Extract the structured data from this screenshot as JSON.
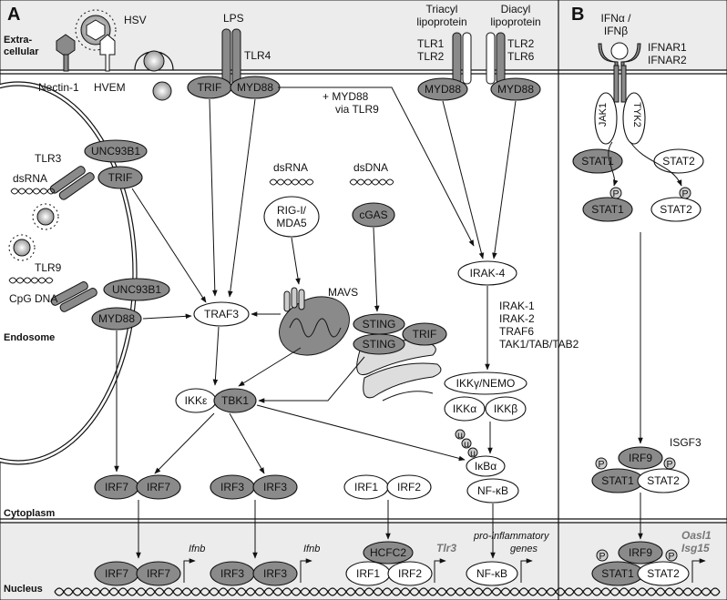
{
  "panels": {
    "a": "A",
    "b": "B"
  },
  "compartments": {
    "extracellular": [
      "Extra-",
      "cellular"
    ],
    "endosome": "Endosome",
    "cytoplasm": "Cytoplasm",
    "nucleus": "Nucleus"
  },
  "extracellular": {
    "hsv": "HSV",
    "nectin": "Nectin-1",
    "hvem": "HVEM",
    "lps": "LPS",
    "tlr4": "TLR4",
    "triacyl": [
      "Triacyl",
      "lipoprotein"
    ],
    "diacyl": [
      "Diacyl",
      "lipoprotein"
    ],
    "tlr1_2": [
      "TLR1",
      "TLR2"
    ],
    "tlr2_6": [
      "TLR2",
      "TLR6"
    ],
    "ifn": [
      "IFNα /",
      "IFNβ"
    ],
    "ifnar": [
      "IFNAR1",
      "IFNAR2"
    ]
  },
  "endosome": {
    "tlr3": "TLR3",
    "unc93b1_a": "UNC93B1",
    "trif": "TRIF",
    "dsrna": "dsRNA",
    "tlr9": "TLR9",
    "unc93b1_b": "UNC93B1",
    "myd88": "MYD88",
    "cpg": "CpG DNA"
  },
  "cytoplasm": {
    "trif_tlr4": "TRIF",
    "myd88_tlr4": "MYD88",
    "myd88_tlr12": "MYD88",
    "myd88_tlr26": "MYD88",
    "myd88_note": [
      "+ MYD88",
      "via TLR9"
    ],
    "dsrna": "dsRNA",
    "rig": [
      "RIG-I/",
      "MDA5"
    ],
    "mavs": "MAVS",
    "dsdna": "dsDNA",
    "cgas": "cGAS",
    "sting1": "STING",
    "sting2": "STING",
    "trif_sting": "TRIF",
    "traf3": "TRAF3",
    "ikke": "IKKε",
    "tbk1": "TBK1",
    "irak4": "IRAK-4",
    "irak_list": [
      "IRAK-1",
      "IRAK-2",
      "TRAF6",
      "TAK1/TAB/TAB2"
    ],
    "ikkg": "IKKγ/NEMO",
    "ikka": "IKKα",
    "ikkb": "IKKβ",
    "ub": "u",
    "ikba": "IκBα",
    "nfkb": "NF-κB",
    "irf7a": "IRF7",
    "irf7b": "IRF7",
    "irf3a": "IRF3",
    "irf3b": "IRF3",
    "irf1": "IRF1",
    "irf2": "IRF2",
    "jak1": "JAK1",
    "tyk2": "TYK2",
    "stat1_top": "STAT1",
    "stat2_top": "STAT2",
    "p": "P",
    "stat1_p": "STAT1",
    "stat2_p": "STAT2",
    "isgf3": "ISGF3",
    "irf9": "IRF9",
    "stat1_isgf3": "STAT1",
    "stat2_isgf3": "STAT2"
  },
  "nucleus": {
    "irf7a": "IRF7",
    "irf7b": "IRF7",
    "ifnb1": "Ifnb",
    "irf3a": "IRF3",
    "irf3b": "IRF3",
    "ifnb2": "Ifnb",
    "hcfc2": "HCFC2",
    "irf1": "IRF1",
    "irf2": "IRF2",
    "tlr3": "Tlr3",
    "proinf": [
      "pro-inflammatory",
      "genes"
    ],
    "nfkb": "NF-κB",
    "irf9": "IRF9",
    "stat1": "STAT1",
    "stat2": "STAT2",
    "oasl1": "Oasl1",
    "isg15": "Isg15"
  },
  "colors": {
    "dark": "#8a8a8a",
    "light": "#ffffff",
    "outline": "#111111",
    "band": "#ececec"
  }
}
